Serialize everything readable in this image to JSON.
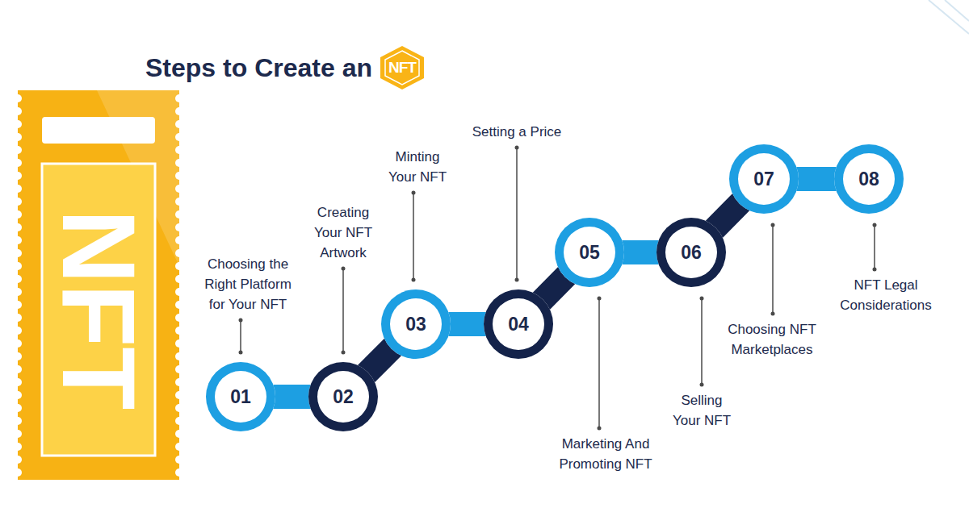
{
  "diagram": {
    "title": "Steps to Create an",
    "nodes": [
      {
        "text": [
          "01",
          "Choosing the Right Platform for Your NFT"
        ]
      },
      {
        "text": [
          "02",
          "Creating Your NFT Artwork"
        ]
      },
      {
        "text": [
          "03",
          "Minting Your NFT"
        ]
      },
      {
        "text": [
          "04",
          "Setting a Price"
        ]
      },
      {
        "text": [
          "05",
          "Marketing And Promoting NFT"
        ]
      },
      {
        "text": [
          "06",
          "Selling Your NFT"
        ]
      },
      {
        "text": [
          "07",
          "Choosing NFT Marketplaces"
        ]
      },
      {
        "text": [
          "08",
          "NFT Legal Considerations"
        ]
      }
    ],
    "edges": [
      {
        "from": 0,
        "to": 1,
        "arrow": "none"
      },
      {
        "from": 1,
        "to": 2,
        "arrow": "none"
      },
      {
        "from": 2,
        "to": 3,
        "arrow": "none"
      },
      {
        "from": 3,
        "to": 4,
        "arrow": "none"
      },
      {
        "from": 4,
        "to": 5,
        "arrow": "none"
      },
      {
        "from": 5,
        "to": 6,
        "arrow": "none"
      },
      {
        "from": 6,
        "to": 7,
        "arrow": "none"
      }
    ],
    "labels": [
      "NFT",
      "NFT"
    ]
  }
}
